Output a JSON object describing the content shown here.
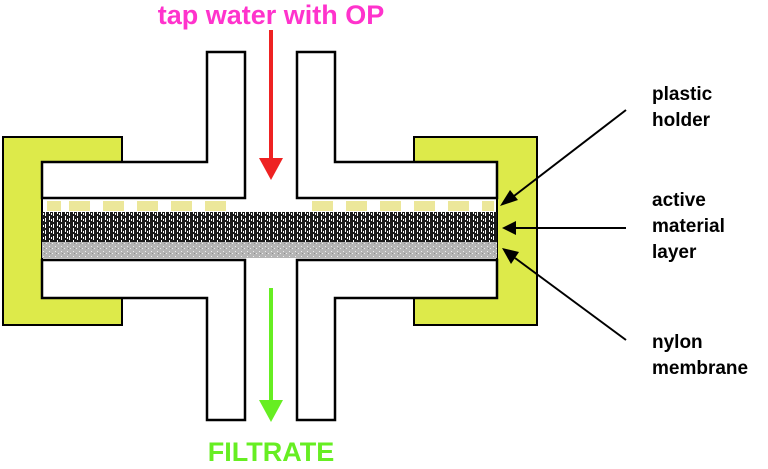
{
  "labels": {
    "inflow": "tap water with OP",
    "outflow": "FILTRATE",
    "plastic_holder": [
      "plastic",
      "holder"
    ],
    "active_layer": [
      "active",
      "material",
      "layer"
    ],
    "nylon_membrane": [
      "nylon",
      "membrane"
    ]
  },
  "colors": {
    "inflow_text": "#ff33cc",
    "inflow_arrow": "#ee2222",
    "outflow_text": "#66ee22",
    "outflow_arrow": "#66ee22",
    "clamp": "#ddea4a",
    "spacer": "#ece79a",
    "active_layer": "#111111",
    "membrane": "#b8b8b8"
  }
}
